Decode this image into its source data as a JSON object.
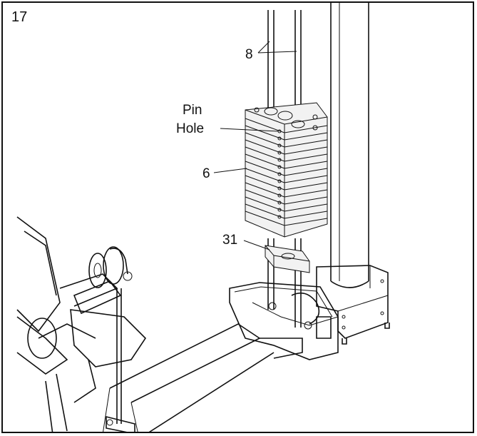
{
  "step_number": "17",
  "callouts": {
    "guide_rods": "8",
    "pin_hole_line1": "Pin",
    "pin_hole_line2": "Hole",
    "weight_stack": "6",
    "selector_bracket": "31"
  }
}
